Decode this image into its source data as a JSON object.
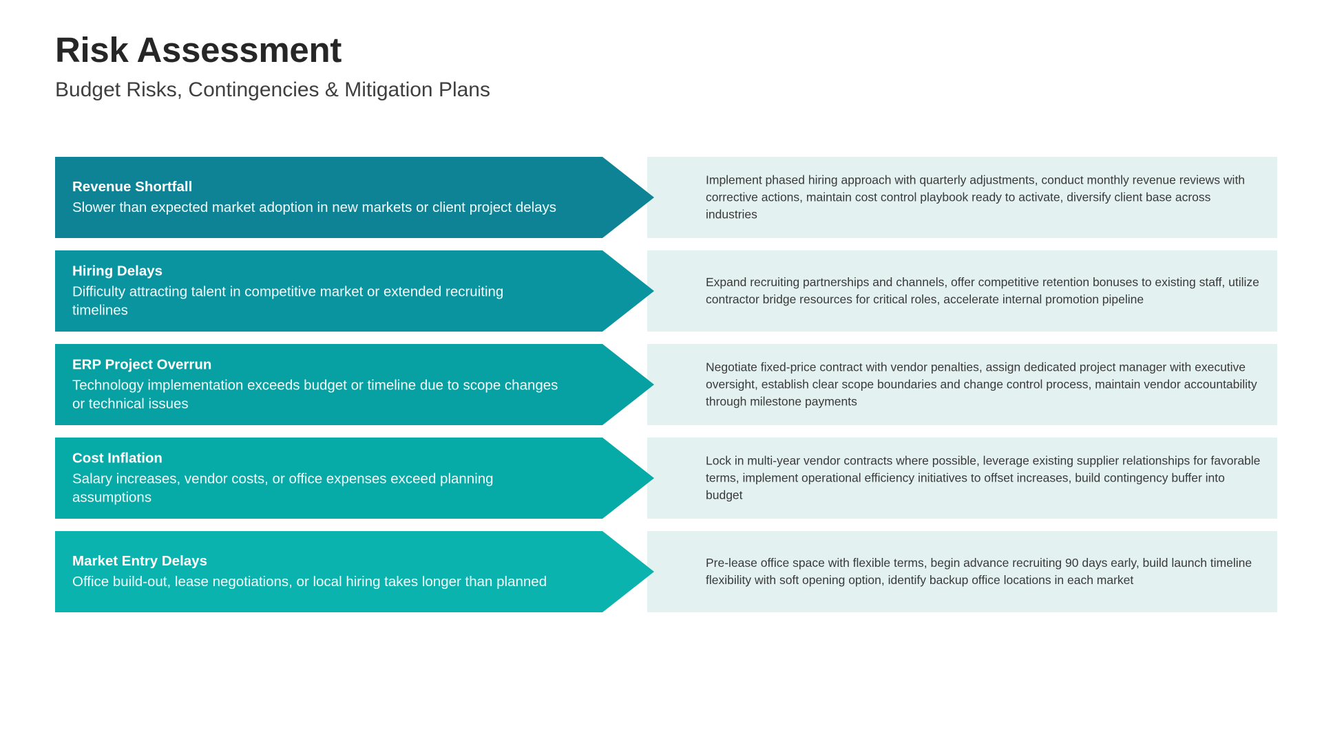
{
  "header": {
    "title": "Risk Assessment",
    "subtitle": "Budget Risks, Contingencies & Mitigation Plans"
  },
  "palette": {
    "background": "#ffffff",
    "title_color": "#262626",
    "subtitle_color": "#3f3f3f",
    "mitigation_panel": "#e4f1f1",
    "mitigation_text": "#3a3a3a",
    "arrow_colors": [
      "#0f8396",
      "#0a94a0",
      "#07a1a3",
      "#06aaa6",
      "#0bb3ae"
    ]
  },
  "rows": [
    {
      "title": "Revenue Shortfall",
      "description": "Slower than expected market adoption in new markets or client project delays",
      "mitigation": "Implement phased hiring approach with quarterly adjustments, conduct monthly revenue reviews with corrective actions, maintain cost control playbook ready to activate, diversify client base across industries",
      "color": "#0f8396"
    },
    {
      "title": "Hiring Delays",
      "description": "Difficulty attracting talent in competitive market or extended recruiting timelines",
      "mitigation": "Expand recruiting partnerships and channels, offer competitive retention bonuses to existing staff, utilize contractor bridge resources for critical roles, accelerate internal promotion pipeline",
      "color": "#0a94a0"
    },
    {
      "title": "ERP Project Overrun",
      "description": "Technology implementation exceeds budget or timeline due to scope changes or technical issues",
      "mitigation": "Negotiate fixed-price contract with vendor penalties, assign dedicated project manager with executive oversight, establish clear scope boundaries and change control process, maintain vendor accountability through milestone payments",
      "color": "#07a1a3"
    },
    {
      "title": "Cost Inflation",
      "description": "Salary increases, vendor costs, or office expenses exceed planning assumptions",
      "mitigation": "Lock in multi-year vendor contracts where possible, leverage existing supplier relationships for favorable terms, implement operational efficiency initiatives to offset increases, build contingency buffer into budget",
      "color": "#06aaa6"
    },
    {
      "title": "Market Entry Delays",
      "description": "Office build-out, lease negotiations, or local hiring takes longer than planned",
      "mitigation": "Pre-lease office space with flexible terms, begin advance recruiting 90 days early, build launch timeline flexibility with soft opening option, identify backup office locations in each market",
      "color": "#0bb3ae"
    }
  ]
}
